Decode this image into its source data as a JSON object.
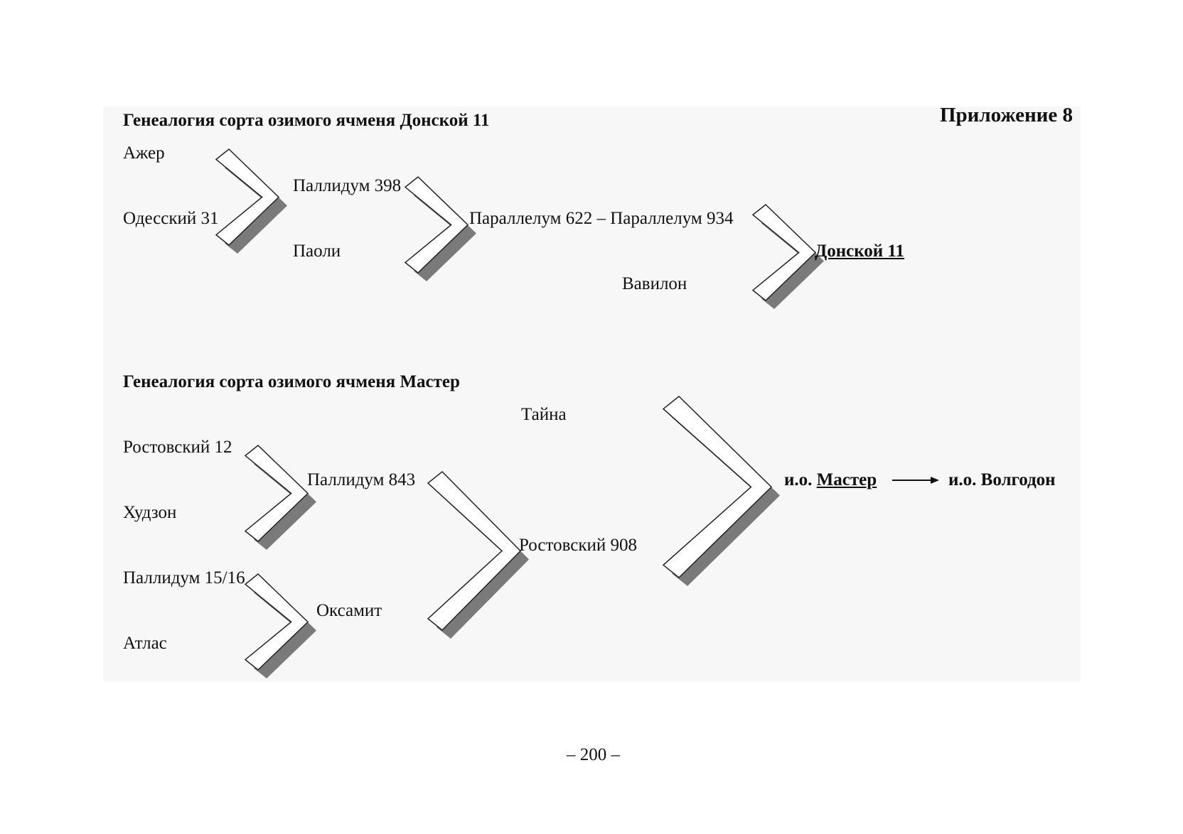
{
  "appendix": "Приложение 8",
  "page_number": "– 200 –",
  "diagram1": {
    "title": "Генеалогия сорта озимого ячменя Донской 11",
    "nodes": {
      "azher": "Ажер",
      "odessky31": "Одесский 31",
      "pallidum398": "Паллидум 398",
      "paoli": "Паоли",
      "parallelum": "Параллелум 622 – Параллелум 934",
      "vavilon": "Вавилон",
      "donskoy11": "Донской 11"
    }
  },
  "diagram2": {
    "title": "Генеалогия сорта озимого ячменя Мастер",
    "nodes": {
      "tayna": "Тайна",
      "rostovsky12": "Ростовский 12",
      "hudzon": "Худзон",
      "pallidum843": "Паллидум 843",
      "pallidum1516": "Паллидум 15/16",
      "atlas": "Атлас",
      "oksamit": "Оксамит",
      "rostovsky908": "Ростовский 908",
      "io_prefix": "и.о.",
      "master": "Мастер",
      "volgodon": "и.о. Волгодон"
    }
  },
  "colors": {
    "chevron_fill": "#ffffff",
    "chevron_stroke": "#222222",
    "shadow": "#7a7a7a",
    "panel": "#f7f7f7"
  }
}
